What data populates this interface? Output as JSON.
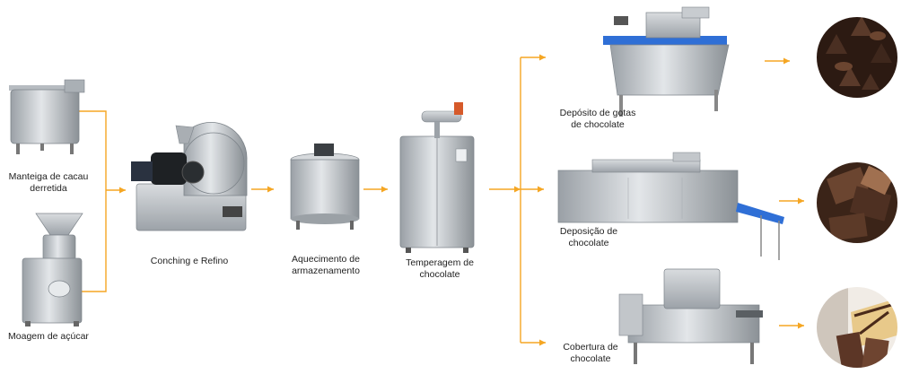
{
  "labels": {
    "cocoa_butter": [
      "Manteiga de cacau",
      "derretida"
    ],
    "sugar_grinding": "Moagem de açúcar",
    "conching": "Conching e Refino",
    "storage_heating": [
      "Aquecimento de",
      "armazenamento"
    ],
    "tempering": [
      "Temperagem de",
      "chocolate"
    ],
    "drop_depositor": [
      "Depósito de gotas",
      "de chocolate"
    ],
    "depositing": [
      "Deposição de",
      "chocolate"
    ],
    "coating": [
      "Cobertura de",
      "chocolate"
    ]
  },
  "colors": {
    "arrow": "#f5a623",
    "steel": "#c9ccd0",
    "steel_dark": "#8e949a",
    "chocolate": "#3b2418",
    "chocolate_light": "#6b4530",
    "belt_blue": "#2f6fd6",
    "wafer": "#e8c98a"
  }
}
